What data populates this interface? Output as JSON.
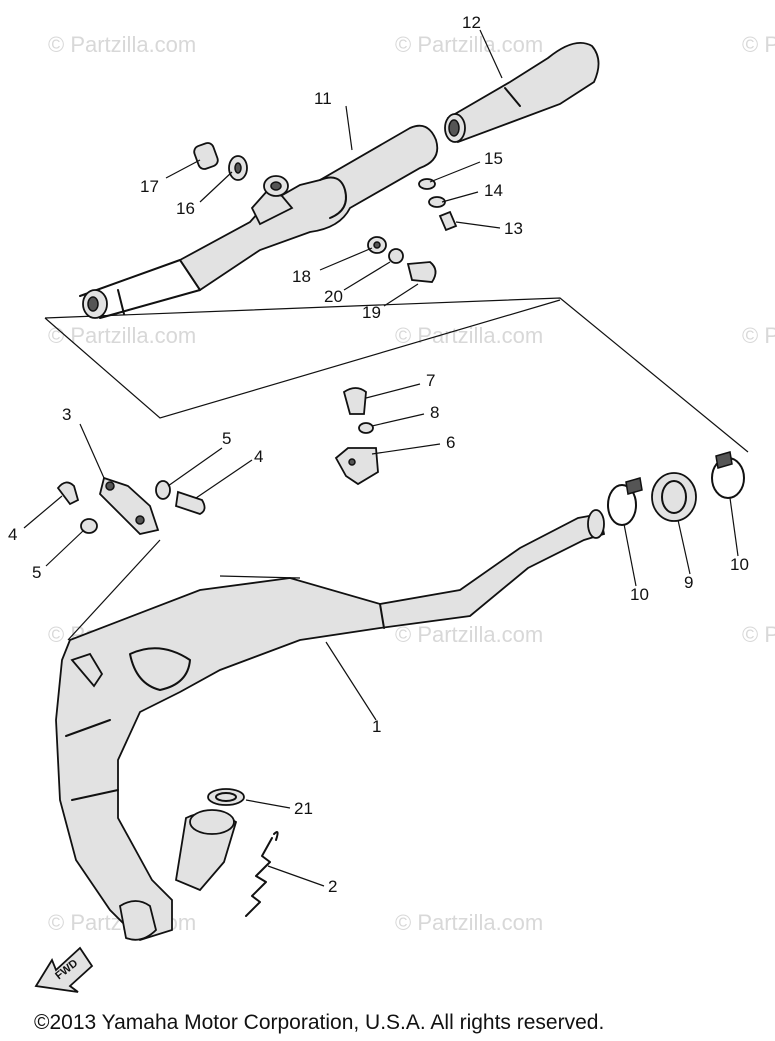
{
  "watermark": "© Partzilla.com",
  "copyright": "©2013  Yamaha Motor Corporation, U.S.A. All rights reserved.",
  "fwd_arrow_text": "FWD",
  "callouts": {
    "c1": "1",
    "c2": "2",
    "c3": "3",
    "c4a": "4",
    "c4b": "4",
    "c5a": "5",
    "c5b": "5",
    "c6": "6",
    "c7": "7",
    "c8": "8",
    "c9": "9",
    "c10a": "10",
    "c10b": "10",
    "c11": "11",
    "c12": "12",
    "c13": "13",
    "c14": "14",
    "c15": "15",
    "c16": "16",
    "c17": "17",
    "c18": "18",
    "c19": "19",
    "c20": "20",
    "c21": "21"
  }
}
